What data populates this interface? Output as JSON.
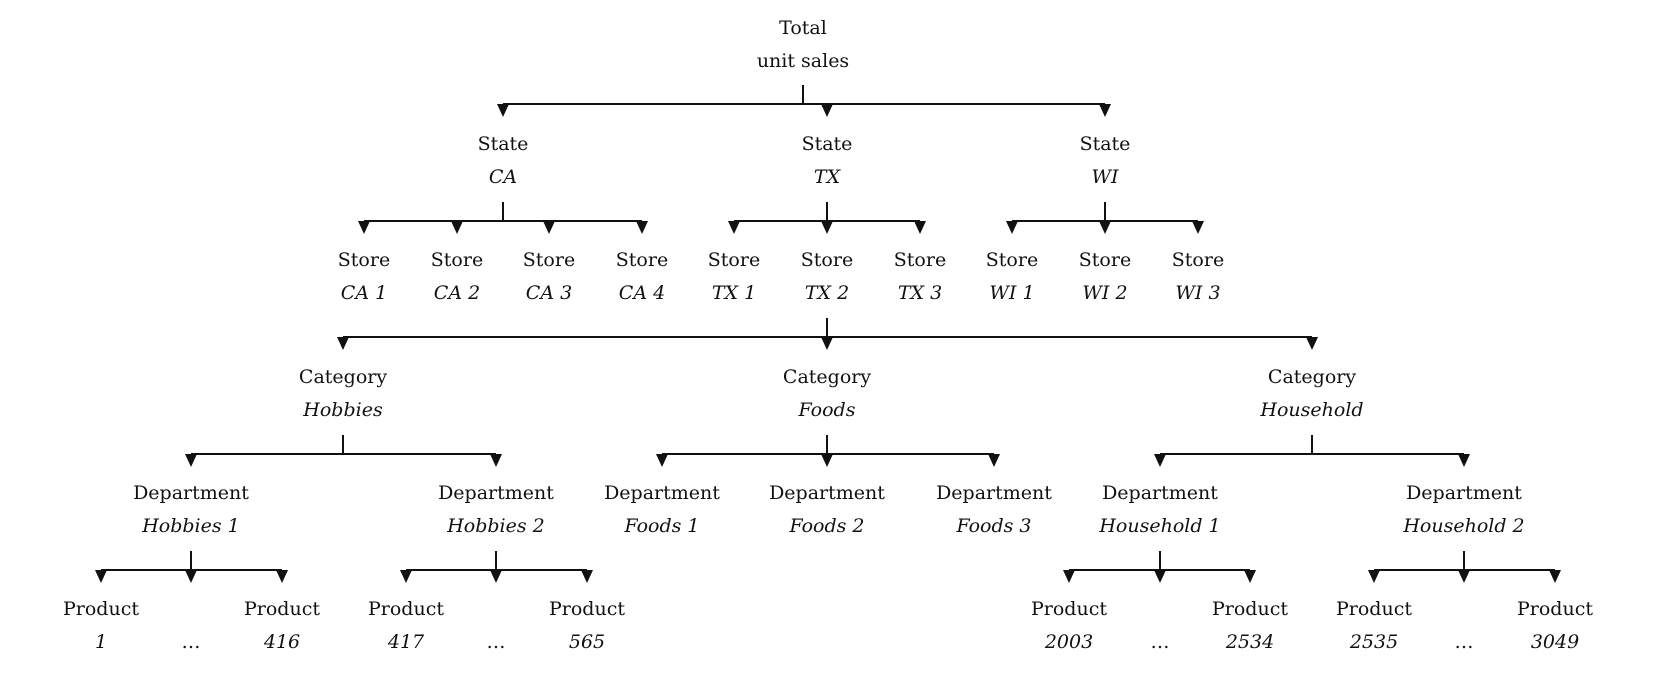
{
  "nodes": {
    "root": {
      "line1": "Total",
      "line2": "unit sales"
    },
    "states": [
      {
        "line1": "State",
        "line2": "CA"
      },
      {
        "line1": "State",
        "line2": "TX"
      },
      {
        "line1": "State",
        "line2": "WI"
      }
    ],
    "stores": [
      {
        "line1": "Store",
        "line2": "CA 1"
      },
      {
        "line1": "Store",
        "line2": "CA 2"
      },
      {
        "line1": "Store",
        "line2": "CA 3"
      },
      {
        "line1": "Store",
        "line2": "CA 4"
      },
      {
        "line1": "Store",
        "line2": "TX 1"
      },
      {
        "line1": "Store",
        "line2": "TX 2"
      },
      {
        "line1": "Store",
        "line2": "TX 3"
      },
      {
        "line1": "Store",
        "line2": "WI 1"
      },
      {
        "line1": "Store",
        "line2": "WI 2"
      },
      {
        "line1": "Store",
        "line2": "WI 3"
      }
    ],
    "categories": [
      {
        "line1": "Category",
        "line2": "Hobbies"
      },
      {
        "line1": "Category",
        "line2": "Foods"
      },
      {
        "line1": "Category",
        "line2": "Household"
      }
    ],
    "departments": [
      {
        "line1": "Department",
        "line2": "Hobbies 1"
      },
      {
        "line1": "Department",
        "line2": "Hobbies 2"
      },
      {
        "line1": "Department",
        "line2": "Foods 1"
      },
      {
        "line1": "Department",
        "line2": "Foods 2"
      },
      {
        "line1": "Department",
        "line2": "Foods 3"
      },
      {
        "line1": "Department",
        "line2": "Household 1"
      },
      {
        "line1": "Department",
        "line2": "Household 2"
      }
    ],
    "product_groups": [
      {
        "first": {
          "line1": "Product",
          "line2": "1"
        },
        "ellipsis": "…",
        "last": {
          "line1": "Product",
          "line2": "416"
        }
      },
      {
        "first": {
          "line1": "Product",
          "line2": "417"
        },
        "ellipsis": "…",
        "last": {
          "line1": "Product",
          "line2": "565"
        }
      },
      {
        "first": {
          "line1": "Product",
          "line2": "2003"
        },
        "ellipsis": "…",
        "last": {
          "line1": "Product",
          "line2": "2534"
        }
      },
      {
        "first": {
          "line1": "Product",
          "line2": "2535"
        },
        "ellipsis": "…",
        "last": {
          "line1": "Product",
          "line2": "3049"
        }
      }
    ]
  }
}
